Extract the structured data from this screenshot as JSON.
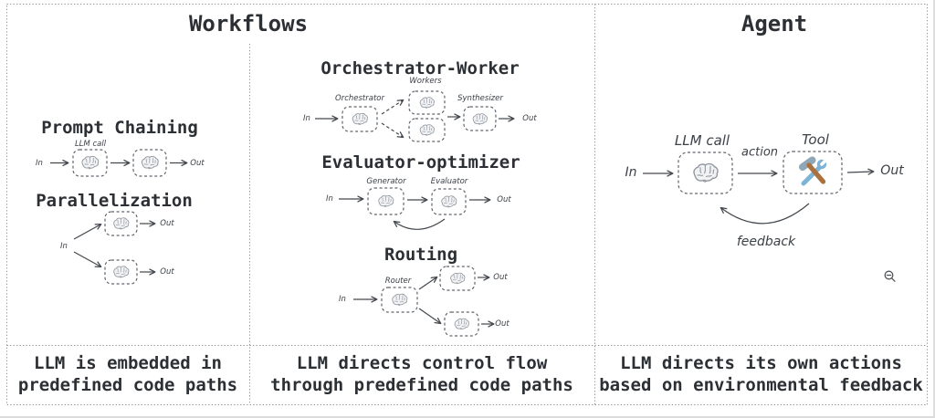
{
  "workflows": {
    "title": "Workflows",
    "prompt_chaining": {
      "title": "Prompt Chaining",
      "llm_call_label": "LLM call",
      "in_label": "In",
      "out_label": "Out"
    },
    "parallelization": {
      "title": "Parallelization",
      "in_label": "In",
      "out_top_label": "Out",
      "out_bottom_label": "Out"
    },
    "orchestrator_worker": {
      "title": "Orchestrator-Worker",
      "in_label": "In",
      "out_label": "Out",
      "orchestrator_label": "Orchestrator",
      "workers_label": "Workers",
      "synthesizer_label": "Synthesizer"
    },
    "evaluator_optimizer": {
      "title": "Evaluator-optimizer",
      "in_label": "In",
      "out_label": "Out",
      "generator_label": "Generator",
      "evaluator_label": "Evaluator"
    },
    "routing": {
      "title": "Routing",
      "in_label": "In",
      "router_label": "Router",
      "out_top_label": "Out",
      "out_bottom_label": "Out"
    }
  },
  "agent": {
    "title": "Agent",
    "in_label": "In",
    "out_label": "Out",
    "llm_call_label": "LLM call",
    "tool_label": "Tool",
    "action_label": "action",
    "feedback_label": "feedback"
  },
  "captions": {
    "left": {
      "line1": "LLM is embedded in",
      "line2": "predefined code paths"
    },
    "middle": {
      "line1": "LLM directs control flow",
      "line2": "through predefined code paths"
    },
    "right": {
      "line1": "LLM directs its own actions",
      "line2": "based on environmental feedback"
    }
  },
  "icons": {
    "llm_node": "brain-icon",
    "tool_node": "hammer-wrench-icon",
    "corner_glyph": "zoom-out-magnifier-icon"
  },
  "colors": {
    "background": "#ffffff",
    "border_dotted": "#8f8f8f",
    "box_border": "#60656c",
    "line": "#43484e",
    "heading_text": "#2c3034",
    "hand_text": "#3c4147",
    "wrench_blue": "#7db4d5",
    "hammer_brown": "#aa713e",
    "hammer_head_gray": "#90a7b7"
  }
}
